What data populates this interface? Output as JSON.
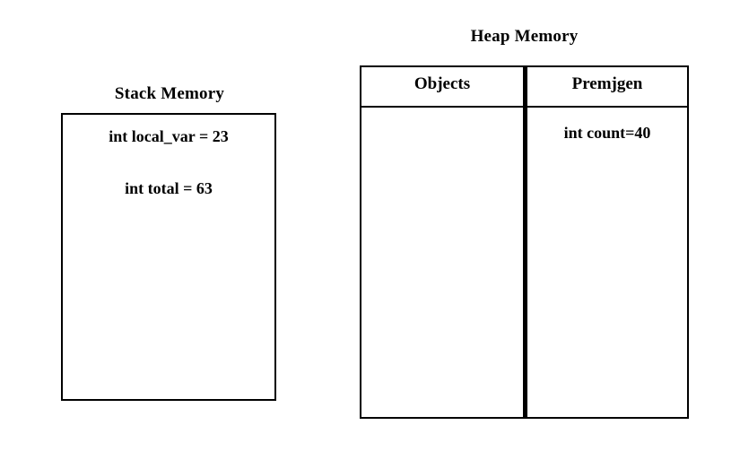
{
  "diagram": {
    "background_color": "#ffffff",
    "line_color": "#000000"
  },
  "stack": {
    "title": "Stack Memory",
    "entries": [
      {
        "text": "int local_var = 23"
      },
      {
        "text": "int total = 63"
      }
    ]
  },
  "heap": {
    "title": "Heap Memory",
    "columns": [
      {
        "header": "Objects",
        "entries": []
      },
      {
        "header": "Premjgen",
        "entries": [
          {
            "text": "int count=40"
          }
        ]
      }
    ]
  }
}
